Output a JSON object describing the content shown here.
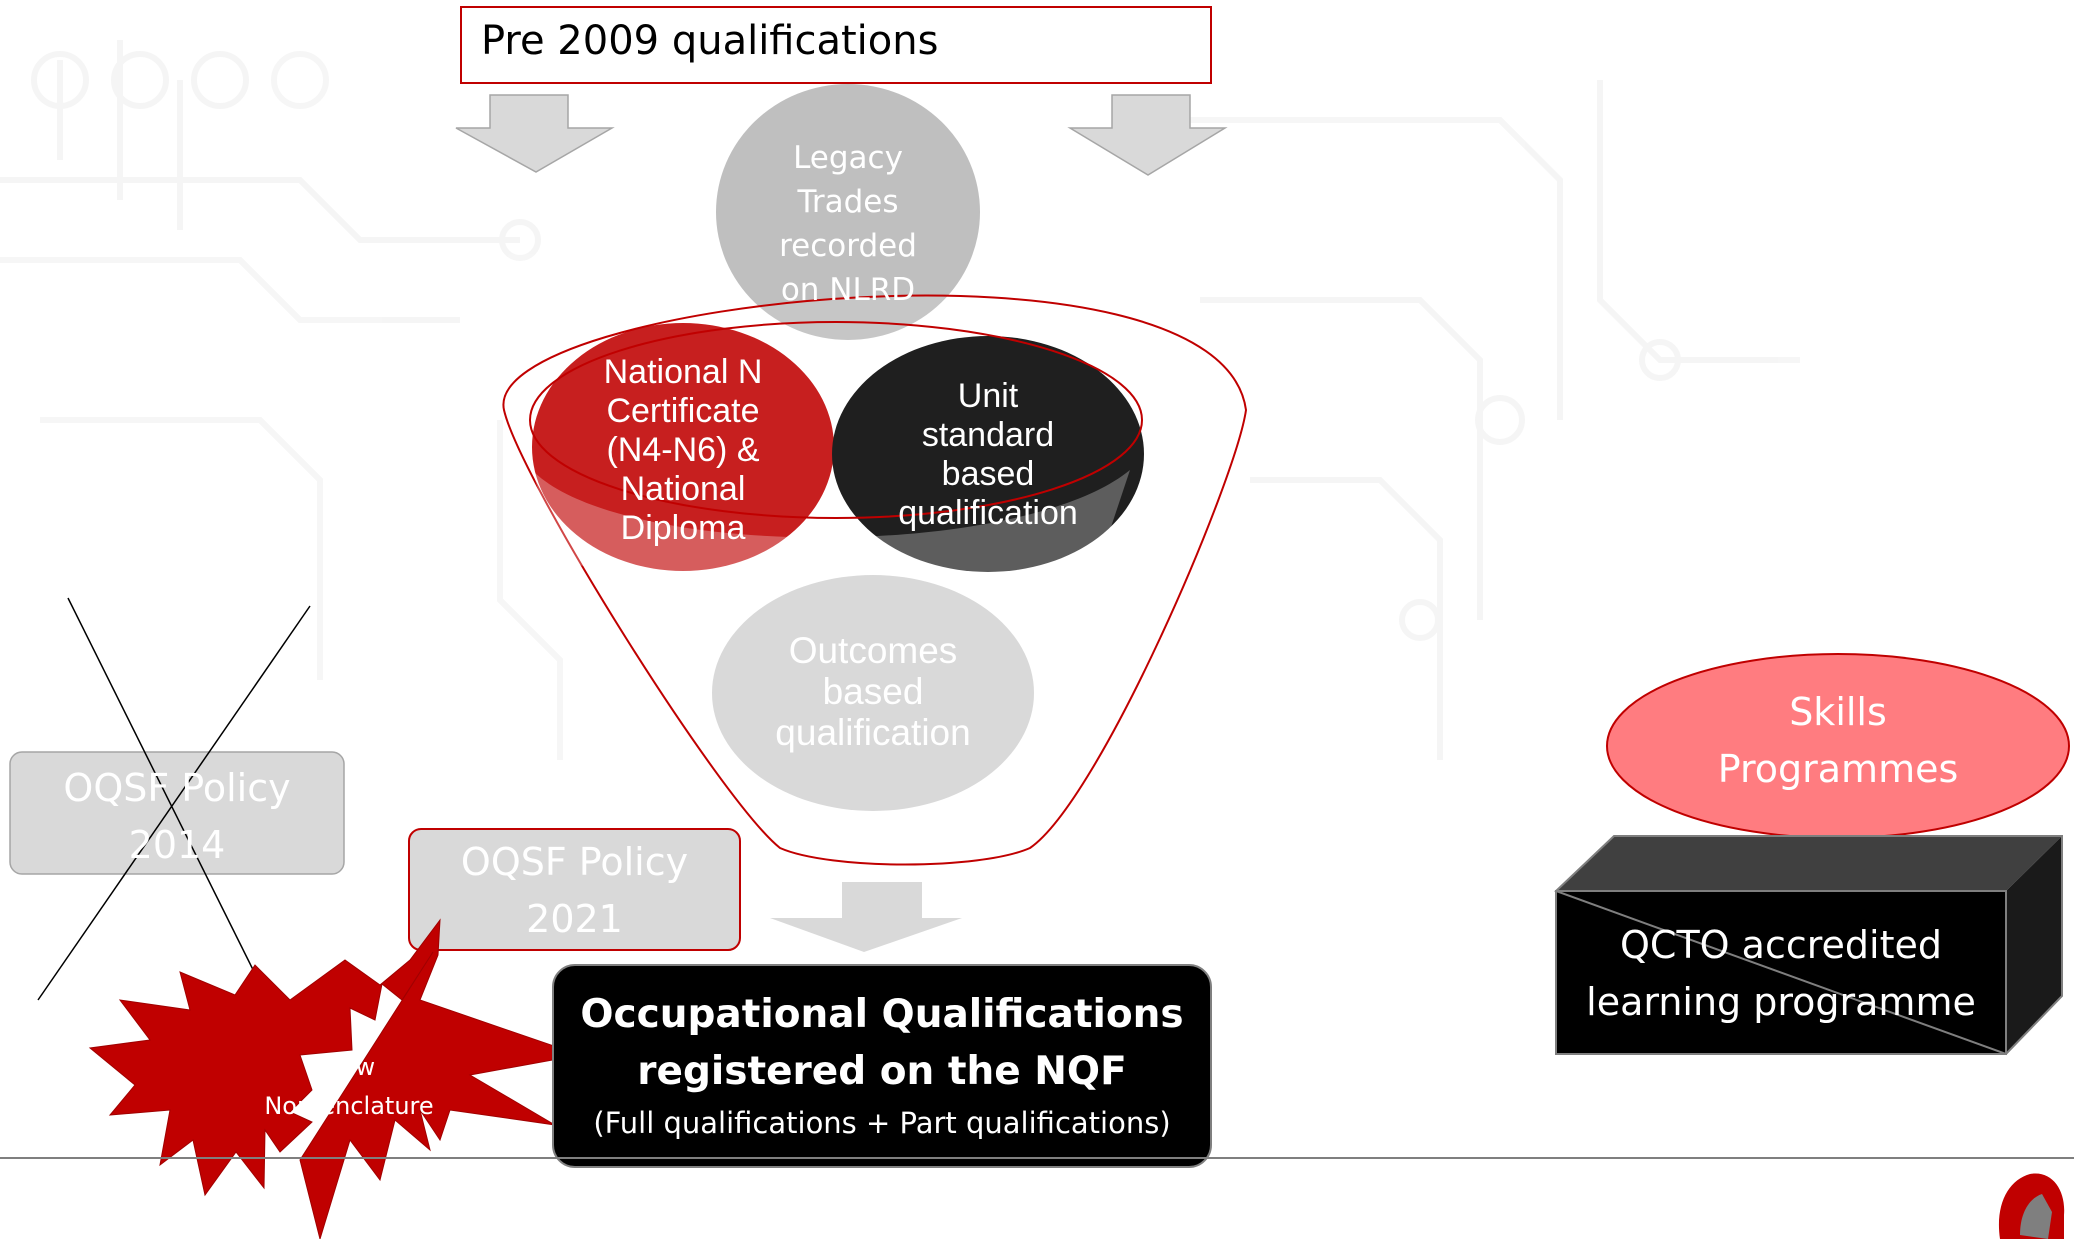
{
  "header": {
    "pre2009_label": "Pre 2009 qualifications"
  },
  "funnel": {
    "legacy_trades_lines": [
      "Legacy",
      "Trades",
      "recorded",
      "on NLRD"
    ],
    "national_n_lines": [
      "National N",
      "Certificate",
      "(N4-N6) &",
      "National",
      "Diploma"
    ],
    "unit_standard_lines": [
      "Unit",
      "standard",
      "based",
      "qualification"
    ],
    "outcomes_based_lines": [
      "Outcomes",
      "based",
      "qualification"
    ]
  },
  "policies": {
    "oqsf_2014_lines": [
      "OQSF Policy",
      "2014"
    ],
    "oqsf_2021_lines": [
      "OQSF Policy",
      "2021"
    ]
  },
  "starburst_lines": [
    "New",
    "Nomenclature"
  ],
  "result": {
    "title_lines": [
      "Occupational Qualifications",
      "registered on the NQF"
    ],
    "subtitle": "(Full qualifications + Part qualifications)"
  },
  "skills_programmes_lines": [
    "Skills",
    "Programmes"
  ],
  "qcto_lines": [
    "QCTO accredited",
    "learning programme"
  ],
  "colors": {
    "red": "#c00000",
    "light_red": "#ff7c80",
    "gray": "#d9d9d9",
    "mid_gray": "#bfbfbf",
    "dark": "#000000"
  }
}
